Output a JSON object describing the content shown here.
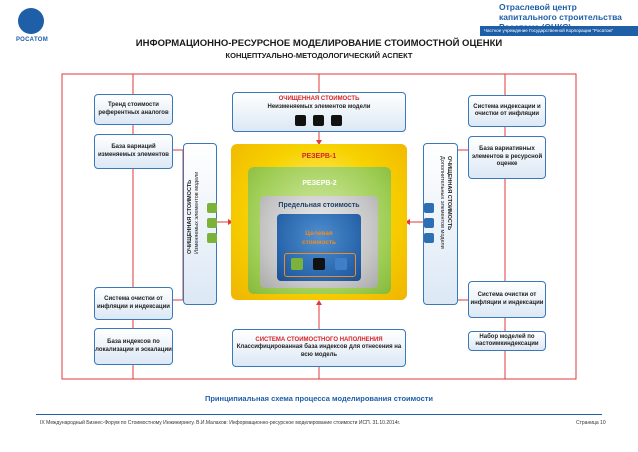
{
  "header": {
    "logo_text": "РОСАТОМ",
    "org_title": "Отраслевой центр капитального строительства Росатома (ОЦКС)",
    "org_subtitle": "Частное учреждение Государственной Корпорации \"Росатом\""
  },
  "title": "ИНФОРМАЦИОННО-РЕСУРСНОЕ МОДЕЛИРОВАНИЕ СТОИМОСТНОЙ ОЦЕНКИ",
  "subtitle": "КОНЦЕПТУАЛЬНО-МЕТОДОЛОГИЧЕСКИЙ АСПЕКТ",
  "top_box": {
    "line1": "ОЧИЩЕННАЯ СТОИМОСТЬ",
    "line2": "Неизменяемых элементов модели"
  },
  "bottom_box": {
    "line1": "СИСТЕМА СТОИМОСТНОГО НАПОЛНЕНИЯ",
    "line2": "Классифицированная база индексов для отнесения на всю модель"
  },
  "left_boxes": [
    "Тренд стоимости референтных аналогов",
    "База вариаций изменяемых элементов",
    "Система очистки от инфляции и индексации",
    "База индексов по локализации и эскалации"
  ],
  "right_boxes": [
    "Система индексации и очистки от инфляции",
    "База вариативных элементов в ресурсной оценке",
    "Система очистки от инфляции и индексации",
    "Набор моделей по настоимкиндексации"
  ],
  "left_vertical": {
    "line1": "ОЧИЩЕННАЯ СТОИМОСТЬ",
    "line2": "Изменяемых элементов модели"
  },
  "right_vertical": {
    "line1": "ОЧИЩЕННАЯ СТОИМОСТЬ",
    "line2": "Дополнительных элементов модели"
  },
  "center": {
    "reserve1": "РЕЗЕРВ-1",
    "reserve2": "РЕЗЕРВ-2",
    "limit": "Предельная стоимость",
    "target_line1": "Целевая",
    "target_line2": "стоимость"
  },
  "caption": "Принципиальная схема процесса моделирования стоимости",
  "footer": "IX Международный Бизнес-Форум по Стоимостному Инжинирингу. В.И.Малахов: Информационно-ресурсное моделирование стоимости ИСП. 31.10.2014г.",
  "page": "Страница 10",
  "colors": {
    "brand": "#1f5fa8",
    "reserve_red": "#d72424",
    "gold": "#f7c600",
    "green": "#8fc34a",
    "grey": "#b6b6b6",
    "blue": "#2d6fb5",
    "orange": "#f28b1c"
  }
}
